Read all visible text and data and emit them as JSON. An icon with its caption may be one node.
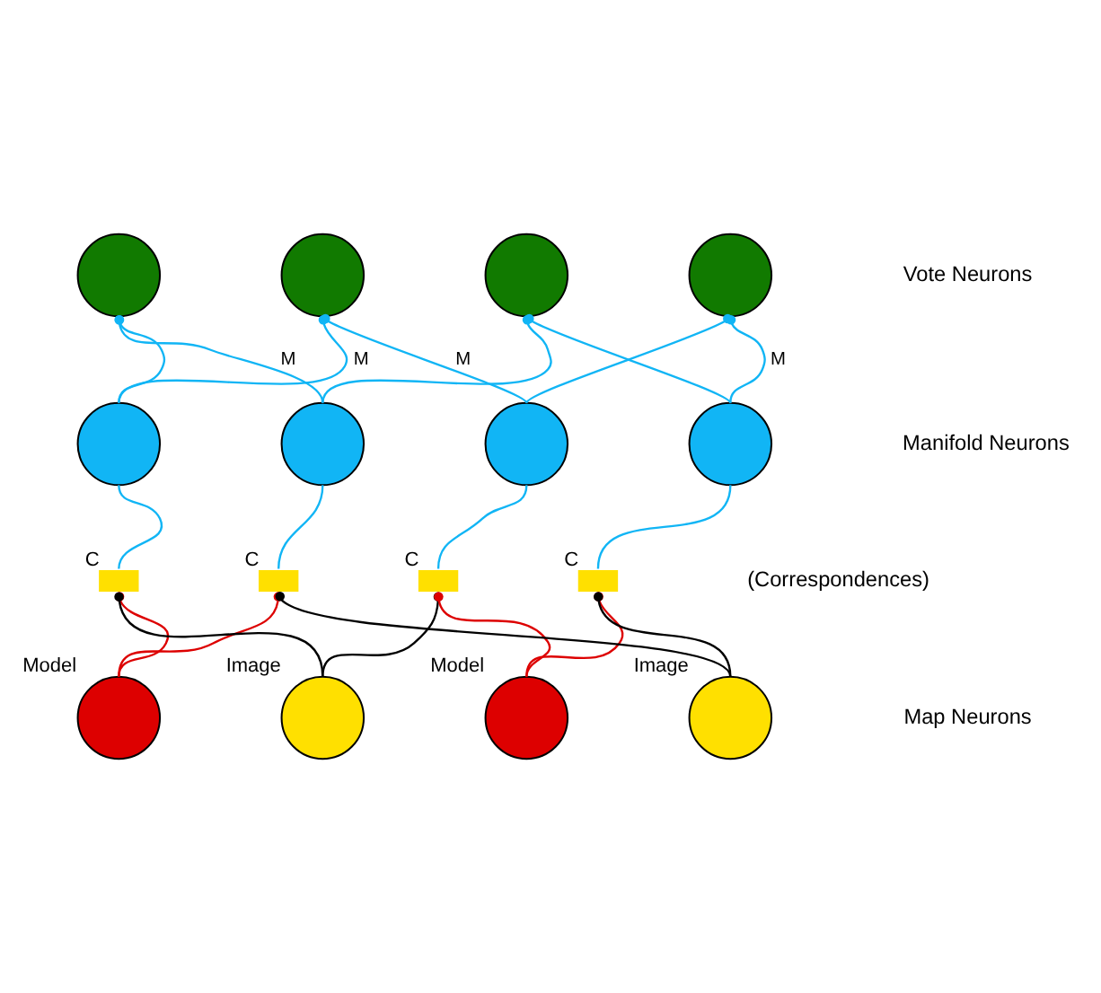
{
  "diagram": {
    "nodes": [
      {
        "text": [],
        "shape": "circle"
      },
      {
        "text": [],
        "shape": "circle"
      },
      {
        "text": [],
        "shape": "circle"
      },
      {
        "text": [],
        "shape": "circle"
      },
      {
        "text": [],
        "shape": "circle"
      },
      {
        "text": [],
        "shape": "circle"
      },
      {
        "text": [],
        "shape": "circle"
      },
      {
        "text": [],
        "shape": "circle"
      },
      {
        "text": [],
        "shape": "box",
        "beside": [
          "C"
        ]
      },
      {
        "text": [],
        "shape": "box",
        "beside": [
          "C"
        ]
      },
      {
        "text": [],
        "shape": "box",
        "beside": [
          "C"
        ]
      },
      {
        "text": [],
        "shape": "box",
        "beside": [
          "C"
        ]
      },
      {
        "text": [],
        "shape": "circle",
        "beside": [
          "Model"
        ]
      },
      {
        "text": [],
        "shape": "circle",
        "beside": [
          "Image"
        ]
      },
      {
        "text": [],
        "shape": "circle",
        "beside": [
          "Model"
        ]
      },
      {
        "text": [],
        "shape": "circle",
        "beside": [
          "Image"
        ]
      }
    ],
    "edges": [
      {
        "from": 4,
        "to": 0,
        "arrow": "other"
      },
      {
        "from": 4,
        "to": 1,
        "arrow": "other",
        "label": "M"
      },
      {
        "from": 5,
        "to": 0,
        "arrow": "other",
        "label": "M"
      },
      {
        "from": 5,
        "to": 2,
        "arrow": "other"
      },
      {
        "from": 6,
        "to": 1,
        "arrow": "other",
        "label": "M"
      },
      {
        "from": 6,
        "to": 3,
        "arrow": "other"
      },
      {
        "from": 7,
        "to": 2,
        "arrow": "other"
      },
      {
        "from": 7,
        "to": 3,
        "arrow": "other",
        "label": "M"
      },
      {
        "from": 4,
        "to": 8,
        "arrow": "none"
      },
      {
        "from": 5,
        "to": 9,
        "arrow": "none"
      },
      {
        "from": 6,
        "to": 10,
        "arrow": "none"
      },
      {
        "from": 7,
        "to": 11,
        "arrow": "none"
      },
      {
        "from": 12,
        "to": 8,
        "arrow": "other",
        "color": "#dd0000"
      },
      {
        "from": 12,
        "to": 9,
        "arrow": "other",
        "color": "#dd0000"
      },
      {
        "from": 13,
        "to": 8,
        "arrow": "other",
        "color": "#000000"
      },
      {
        "from": 13,
        "to": 10,
        "arrow": "other",
        "color": "#000000"
      },
      {
        "from": 14,
        "to": 10,
        "arrow": "other",
        "color": "#dd0000"
      },
      {
        "from": 14,
        "to": 11,
        "arrow": "other",
        "color": "#dd0000"
      },
      {
        "from": 15,
        "to": 9,
        "arrow": "other",
        "color": "#000000"
      },
      {
        "from": 15,
        "to": 11,
        "arrow": "other",
        "color": "#000000"
      }
    ],
    "labels": [
      "Vote Neurons",
      "Manifold Neurons",
      "(Correspondences)",
      "Map Neurons"
    ]
  }
}
